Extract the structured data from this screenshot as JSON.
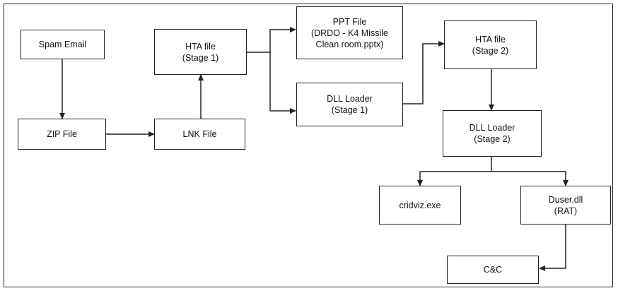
{
  "nodes": {
    "spam_email": "Spam Email",
    "zip_file": "ZIP File",
    "lnk_file": "LNK File",
    "hta_stage1": "HTA file\n(Stage 1)",
    "ppt_file": "PPT File\n(DRDO - K4 Missile\nClean room.pptx)",
    "dll_loader_stage1": "DLL Loader\n(Stage 1)",
    "hta_stage2": "HTA file\n(Stage 2)",
    "dll_loader_stage2": "DLL Loader\n(Stage 2)",
    "cridviz": "cridviz.exe",
    "duser": "Duser.dll\n(RAT)",
    "cnc": "C&C"
  },
  "colors": {
    "stroke": "#222222",
    "fill": "#ffffff",
    "text": "#111111"
  }
}
